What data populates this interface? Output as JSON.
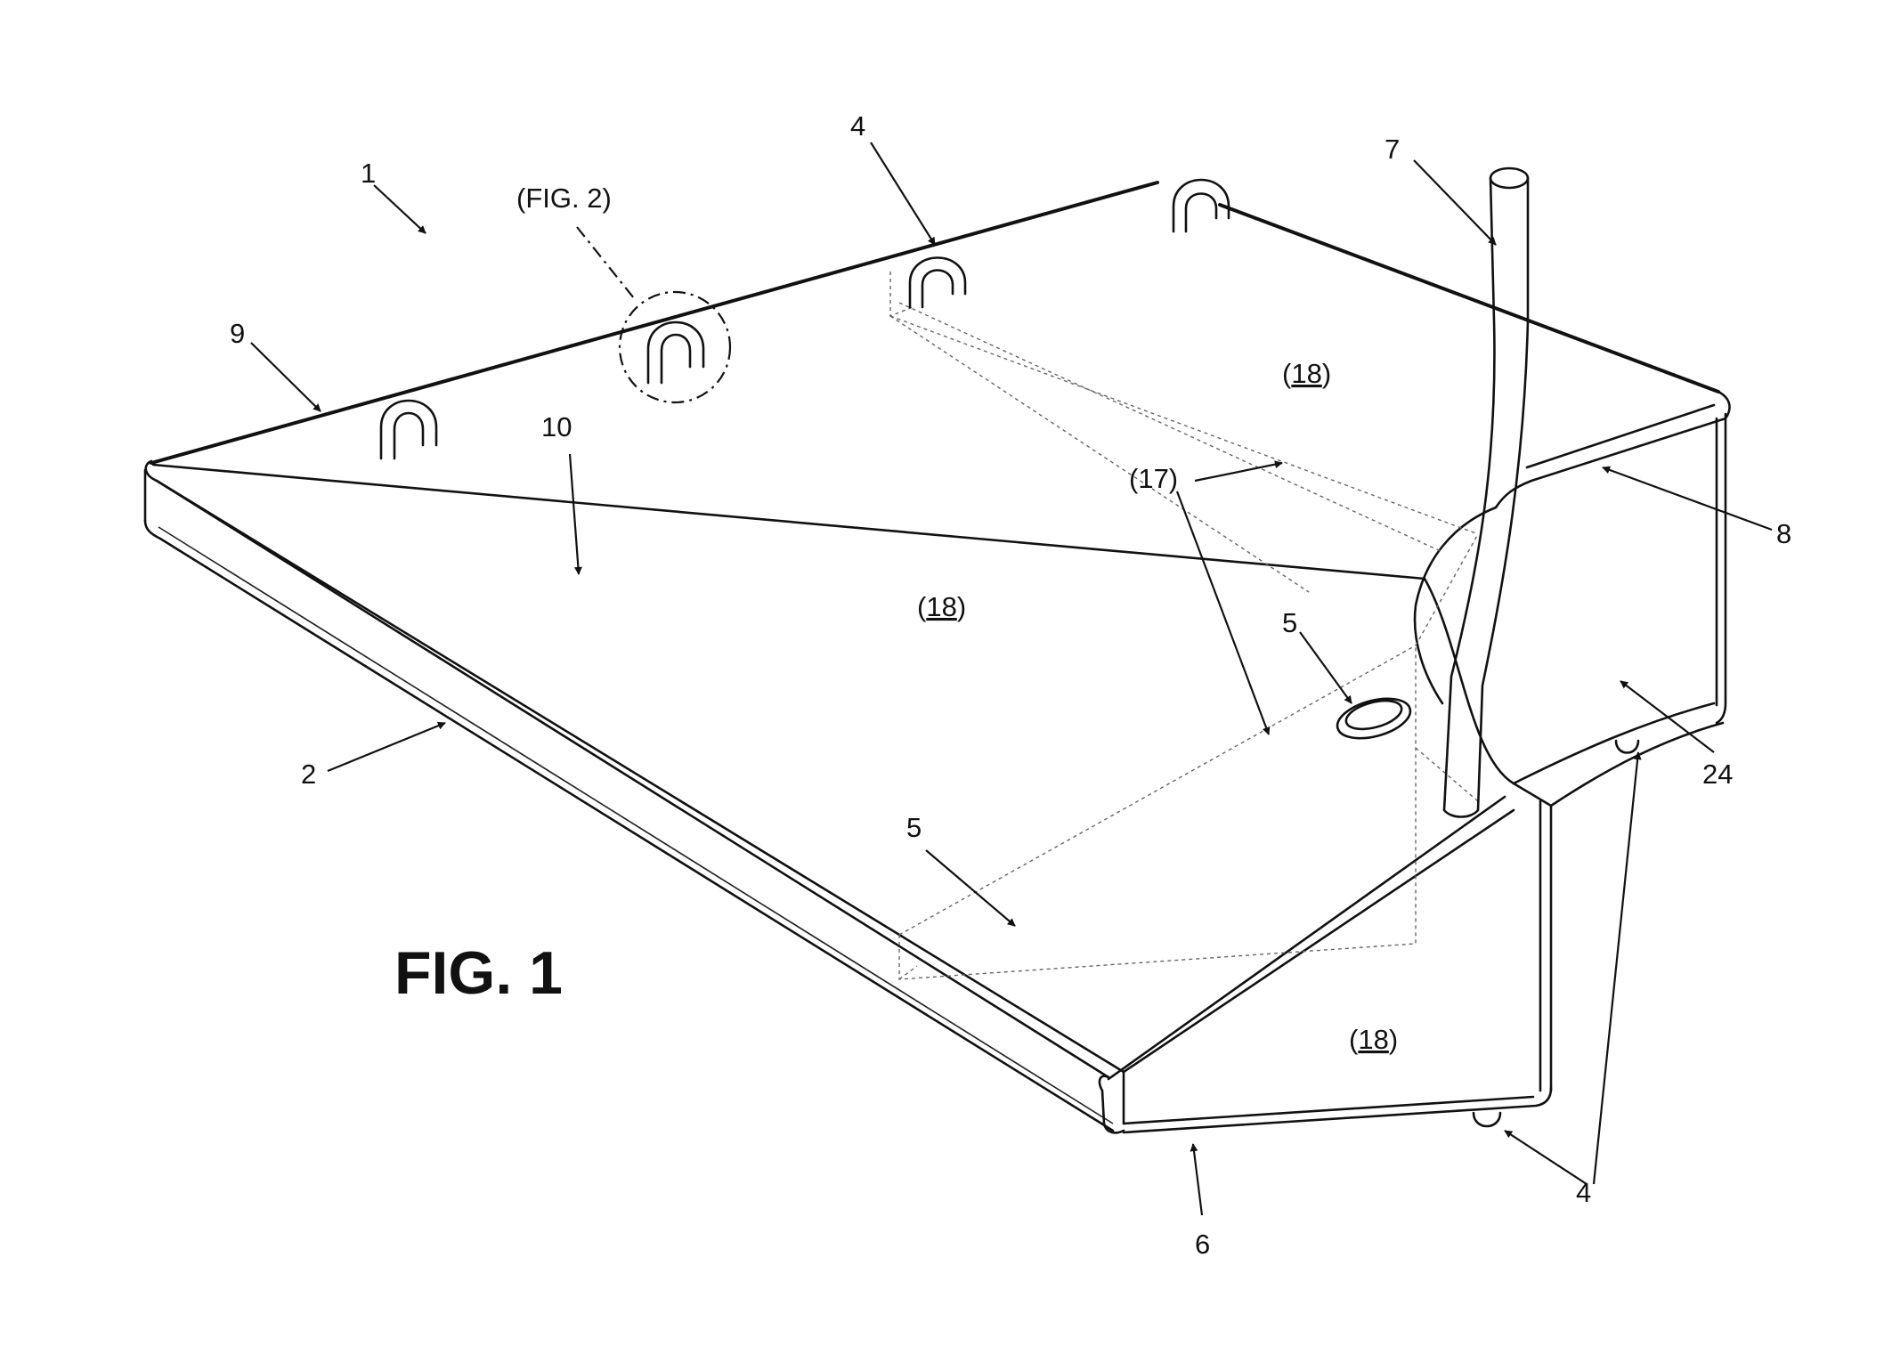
{
  "figure": {
    "title": "FIG. 1",
    "callouts": [
      {
        "id": "ref-1",
        "text": "1"
      },
      {
        "id": "ref-fig2",
        "text": "(FIG. 2)"
      },
      {
        "id": "ref-4-top",
        "text": "4"
      },
      {
        "id": "ref-7",
        "text": "7"
      },
      {
        "id": "ref-9",
        "text": "9"
      },
      {
        "id": "ref-10",
        "text": "10"
      },
      {
        "id": "ref-18-top",
        "text": "18"
      },
      {
        "id": "ref-17",
        "text": "(17)"
      },
      {
        "id": "ref-8",
        "text": "8"
      },
      {
        "id": "ref-18-mid",
        "text": "18"
      },
      {
        "id": "ref-5-right",
        "text": "5"
      },
      {
        "id": "ref-2",
        "text": "2"
      },
      {
        "id": "ref-24",
        "text": "24"
      },
      {
        "id": "ref-5-left",
        "text": "5"
      },
      {
        "id": "ref-18-front",
        "text": "18"
      },
      {
        "id": "ref-6",
        "text": "6"
      },
      {
        "id": "ref-4-bottom",
        "text": "4"
      }
    ]
  }
}
